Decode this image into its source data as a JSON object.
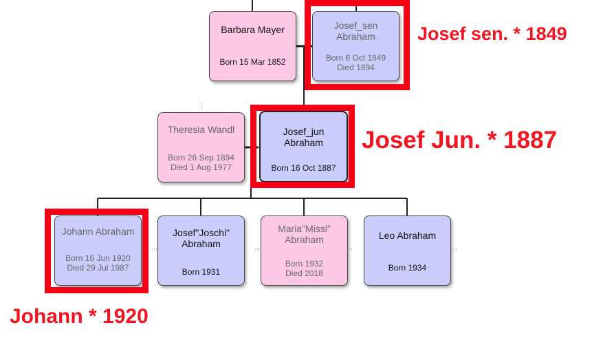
{
  "persons": {
    "barbara": {
      "name": "Barbara Mayer",
      "born": "Born 15 Mar 1852"
    },
    "josef_sen": {
      "name": "Josef_sen\nAbraham",
      "born": "Born 6 Oct 1849",
      "died": "Died 1894"
    },
    "theresia": {
      "name": "Theresia Wandl",
      "born": "Born 26 Sep 1894",
      "died": "Died 1 Aug 1977"
    },
    "josef_jun": {
      "name": "Josef_jun\nAbraham",
      "born": "Born 16 Oct 1887"
    },
    "johann": {
      "name": "Johann Abraham",
      "born": "Born 16 Jun 1920",
      "died": "Died 29 Jul 1987"
    },
    "joschi": {
      "name": "Josef\"Joschi\"\nAbraham",
      "born": "Born 1931"
    },
    "missi": {
      "name": "Maria\"Missi\"\nAbraham",
      "born": "Born 1932",
      "died": "Died 2018"
    },
    "leo": {
      "name": "Leo Abraham",
      "born": "Born 1934"
    }
  },
  "annotations": {
    "josef_sen": "Josef sen. * 1849",
    "josef_jun": "Josef Jun. * 1887",
    "johann": "Johann * 1920"
  },
  "colors": {
    "female_card": "#fcc8e6",
    "male_card": "#cacdfb",
    "highlight": "#f50015",
    "annotation_text": "#f2151f",
    "connector": "#222222"
  }
}
